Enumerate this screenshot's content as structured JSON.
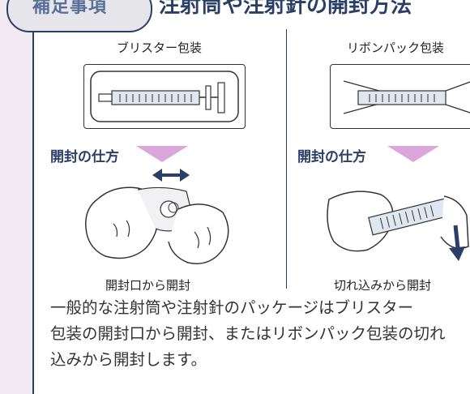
{
  "header": {
    "tag": "補足事項",
    "title": "注射筒や注射針の開封方法"
  },
  "columns": [
    {
      "package_label": "ブリスター包装",
      "method_label": "開封の仕方",
      "caption": "開封口から開封"
    },
    {
      "package_label": "リボンパック包装",
      "method_label": "開封の仕方",
      "caption": "切れ込みから開封"
    }
  ],
  "body": {
    "lines": [
      "一般的な注射筒や注射針のパッケージはブリスター",
      "包装の開封口から開封、またはリボンパック包装の切れ",
      "込みから開封します。"
    ]
  },
  "colors": {
    "navy": "#2b3f66",
    "pink_arrow": "#dba6dc",
    "left_band": "#f2eaf3"
  },
  "icons": [
    "syringe-icon",
    "double-arrow-icon",
    "down-arrow-icon",
    "hands-illustration"
  ]
}
